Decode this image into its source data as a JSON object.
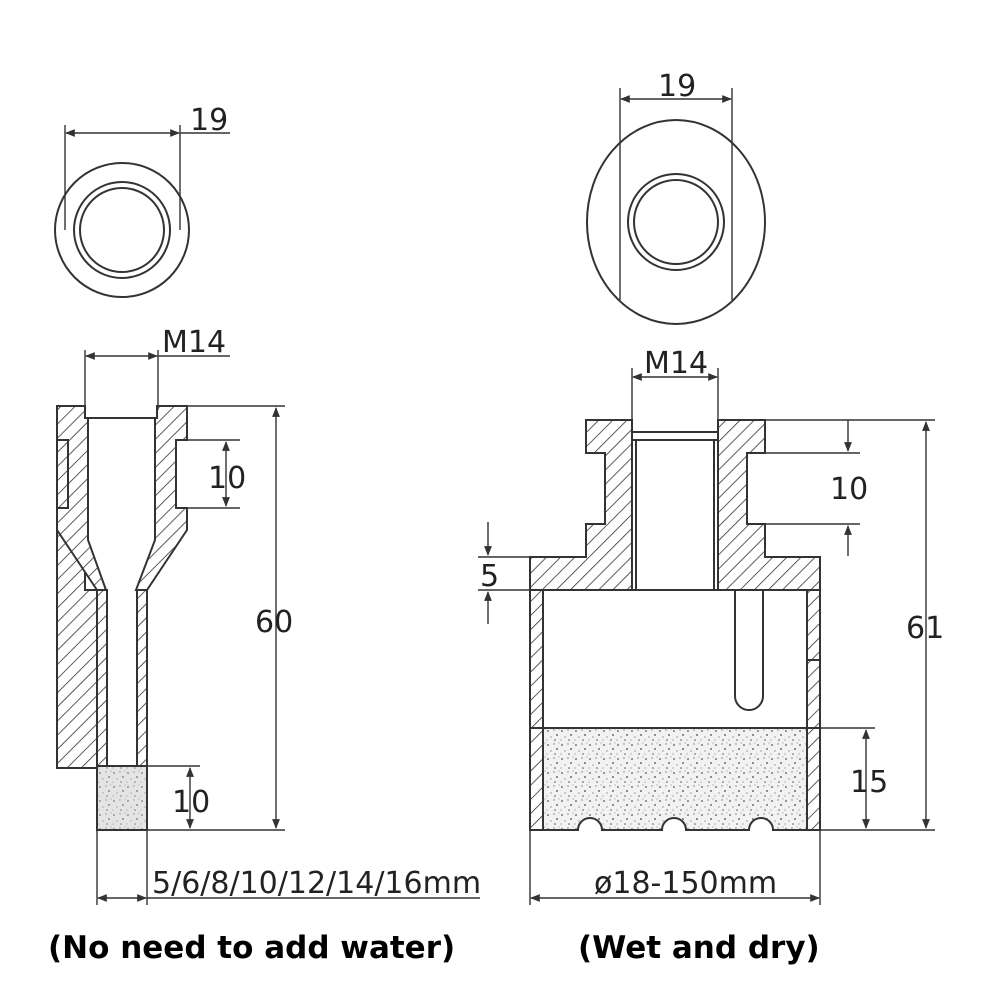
{
  "left_bit": {
    "top_view": {
      "diameter_label": "19"
    },
    "thread_label": "M14",
    "thread_length_label": "10",
    "total_length_label": "60",
    "segment_length_label": "10",
    "sizes_label": "5/6/8/10/12/14/16mm",
    "caption": "(No need to add water)"
  },
  "right_bit": {
    "top_view": {
      "diameter_label": "19"
    },
    "thread_label": "M14",
    "thread_length_label": "10",
    "wall_label": "5",
    "total_length_label": "61",
    "segment_length_label": "15",
    "sizes_label": "ø18-150mm",
    "caption": "(Wet and dry)"
  },
  "colors": {
    "line": "#333333",
    "text": "#222222",
    "caption": "#000000"
  }
}
